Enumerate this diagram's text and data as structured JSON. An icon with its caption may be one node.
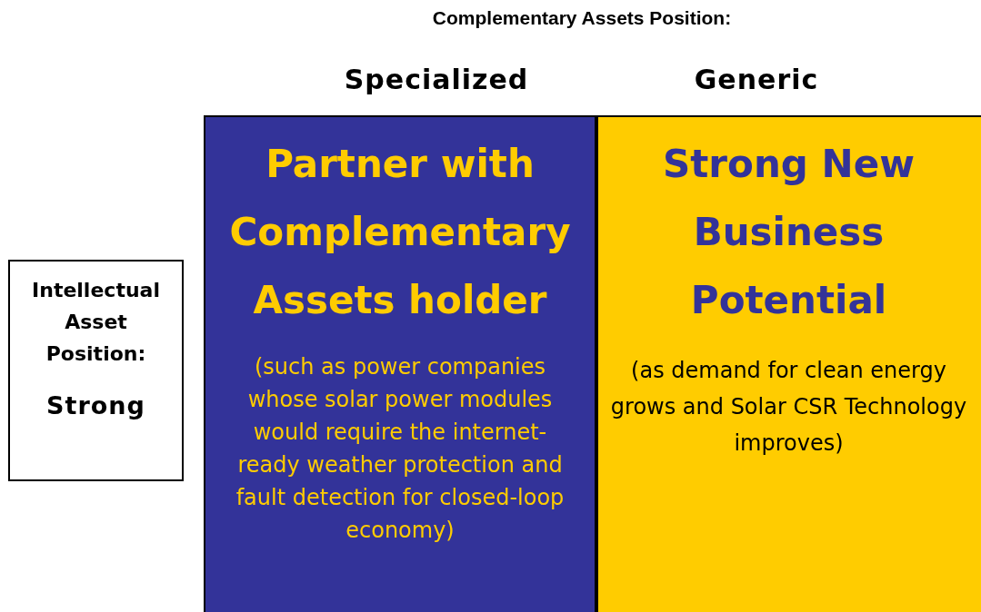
{
  "diagram": {
    "title": "Complementary Assets Position:",
    "nodes": [
      {
        "text": [
          "Intellectual Asset Position:",
          "Strong"
        ]
      },
      {
        "text": [
          "Partner with Complementary Assets holder",
          "(such as power companies whose solar power modules would require the internet-ready weather protection and fault detection for closed-loop economy)"
        ]
      },
      {
        "text": [
          "Strong New Business Potential",
          "(as demand for clean energy grows and Solar CSR Technology improves)"
        ]
      }
    ],
    "edges": [],
    "labels": [
      "Specialized",
      "Generic"
    ]
  }
}
